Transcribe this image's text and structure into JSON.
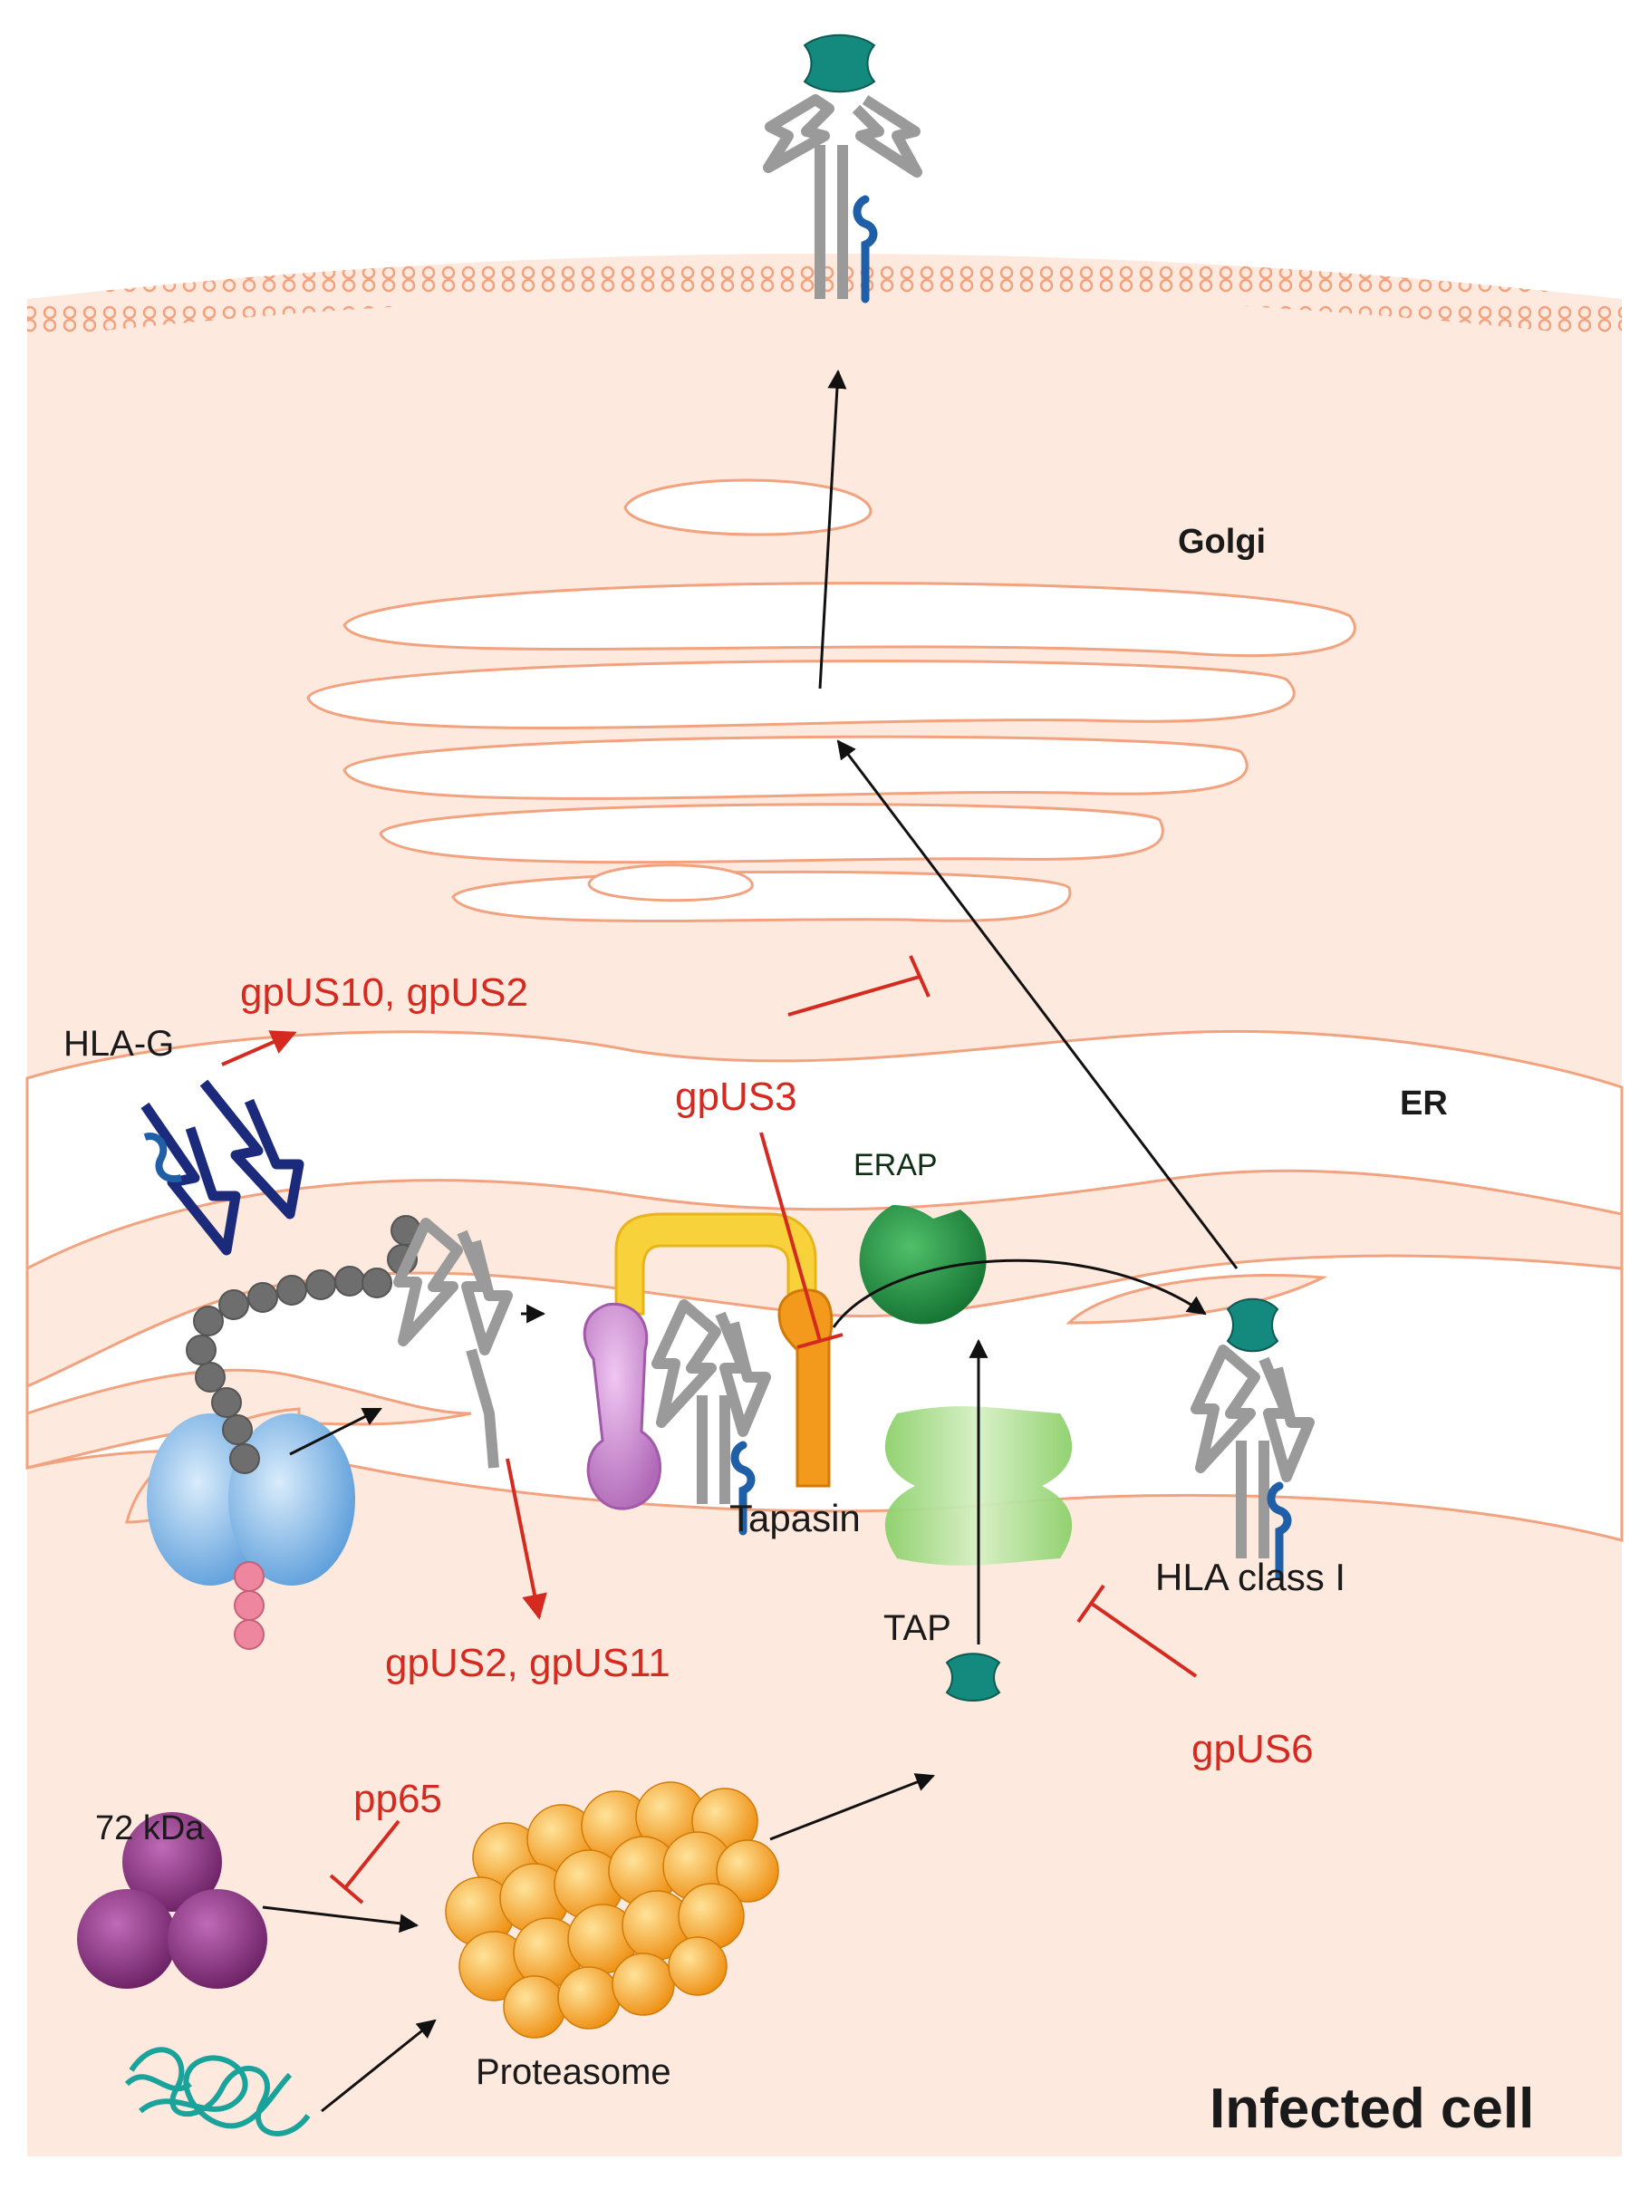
{
  "labels": {
    "golgi": "Golgi",
    "er": "ER",
    "hla_g": "HLA-G",
    "gpus10_gpus2": "gpUS10, gpUS2",
    "gpus3": "gpUS3",
    "erap": "ERAP",
    "tapasin": "Tapasin",
    "hla_class_i": "HLA class I",
    "tap": "TAP",
    "gpus2_gpus11": "gpUS2, gpUS11",
    "gpus6": "gpUS6",
    "pp65": "pp65",
    "kda72": "72 kDa",
    "proteasome": "Proteasome",
    "infected_cell": "Infected cell"
  },
  "colors": {
    "cytoplasm": "#fde9dd",
    "membrane": "#f2a27e",
    "er_lumen": "#ffffff",
    "inhibitor_red": "#d42a20",
    "arrow_black": "#111111",
    "mhc_gray": "#9a9a9a",
    "beta2m_blue": "#1f5fa8",
    "hla_g_navy": "#1b2a7a",
    "peptide_teal": "#14897e",
    "erap_green": "#1e8a3a",
    "tap_green": "#9fd67a",
    "tapasin_orange": "#f39a1c",
    "calreticulin_yellow": "#f8d23a",
    "erp57_pink": "#c98ad0",
    "ribosome_blue": "#7fb6ea",
    "nascent_gray": "#6e6e6e",
    "mrna_pink": "#ef86a0",
    "proteasome_orange": "#f6a623",
    "kda72_purple": "#8e2e84",
    "protein_teal": "#1aa39a"
  }
}
